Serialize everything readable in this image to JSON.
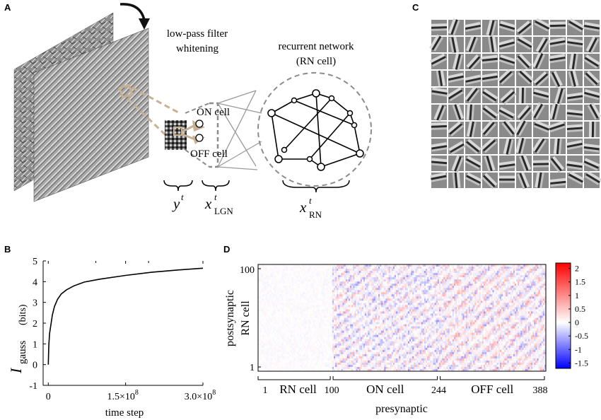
{
  "panels": {
    "a": "A",
    "b": "B",
    "c": "C",
    "d": "D"
  },
  "panel_a": {
    "filter_line1": "low-pass filter",
    "filter_line2": "whitening",
    "network_line1": "recurrent network",
    "network_line2": "(RN cell)",
    "on_cell": "ON cell",
    "off_cell": "OFF cell",
    "var_y": "y",
    "var_y_sup": "t",
    "var_lgn": "x",
    "var_lgn_sup": "t",
    "var_lgn_sub": "LGN",
    "var_rn": "x",
    "var_rn_sup": "t",
    "var_rn_sub": "RN"
  },
  "chart_data": [
    {
      "type": "line",
      "panel": "B",
      "title": "",
      "xlabel": "time step",
      "ylabel_symbol": "I",
      "ylabel_sub": "gauss",
      "ylabel_unit": "(bits)",
      "xlim": [
        -10000000,
        300000000
      ],
      "ylim": [
        -1,
        5
      ],
      "xticks": [
        0,
        150000000,
        300000000
      ],
      "xtick_labels": [
        "0",
        "1.5×10",
        "3.0×10"
      ],
      "xtick_exp": "8",
      "yticks": [
        -1,
        0,
        1,
        2,
        3,
        4,
        5
      ],
      "ytick_labels": [
        "-1",
        "0",
        "1",
        "2",
        "3",
        "4",
        "5"
      ],
      "series": [
        {
          "x": [
            0,
            1000000,
            2500000,
            5000000,
            8000000,
            12000000,
            18000000,
            25000000,
            35000000,
            50000000,
            70000000,
            100000000,
            150000000,
            200000000,
            250000000,
            300000000
          ],
          "y": [
            0.0,
            0.9,
            1.5,
            1.9,
            2.4,
            2.8,
            3.15,
            3.4,
            3.6,
            3.8,
            3.98,
            4.12,
            4.3,
            4.45,
            4.56,
            4.65
          ]
        }
      ]
    },
    {
      "type": "heatmap",
      "panel": "D",
      "xlabel": "presynaptic",
      "ylabel_line1": "postsynaptic",
      "ylabel_line2": "RN cell",
      "y_tick_labels": [
        "100",
        "1"
      ],
      "x_group_labels": [
        "1",
        "RN cell",
        "100",
        "ON cell",
        "244",
        "OFF cell",
        "388"
      ],
      "x_groups": [
        {
          "name": "RN cell",
          "start": 1,
          "end": 100
        },
        {
          "name": "ON cell",
          "start": 100,
          "end": 244
        },
        {
          "name": "OFF cell",
          "start": 244,
          "end": 388
        }
      ],
      "colorbar_ticks": [
        2,
        1.5,
        1,
        0.5,
        0,
        -0.5,
        -1,
        -1.5
      ],
      "colorbar_labels": [
        "2",
        "1.5",
        "1",
        "0.5",
        "0",
        "-0.5",
        "-1",
        "-1.5"
      ],
      "clim": [
        -1.7,
        2.2
      ],
      "colors": {
        "high": "#ff0000",
        "mid": "#ffffff",
        "low": "#0000ff"
      }
    }
  ],
  "colors": {
    "tan": "#c8b093",
    "gray_line": "#9a9a9a",
    "dash": "#8c8c8c"
  }
}
